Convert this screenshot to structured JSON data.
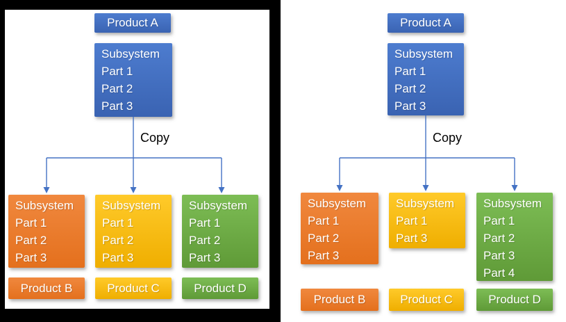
{
  "colors": {
    "blue": "#4472C4",
    "orange": "#ED7D31",
    "yellow": "#FFC000",
    "green": "#70AD47",
    "connector": "#4472C4",
    "frame_border": "#000000",
    "text": "#FFFFFF"
  },
  "left": {
    "product_a": "Product A",
    "root_subsystem": {
      "title": "Subsystem",
      "parts": [
        "Part 1",
        "Part 2",
        "Part 3"
      ]
    },
    "copy_label": "Copy",
    "children": [
      {
        "color": "orange",
        "subsystem": {
          "title": "Subsystem",
          "parts": [
            "Part 1",
            "Part 2",
            "Part 3"
          ]
        },
        "product": "Product B"
      },
      {
        "color": "yellow",
        "subsystem": {
          "title": "Subsystem",
          "parts": [
            "Part 1",
            "Part 2",
            "Part 3"
          ]
        },
        "product": "Product C"
      },
      {
        "color": "green",
        "subsystem": {
          "title": "Subsystem",
          "parts": [
            "Part 1",
            "Part 2",
            "Part 3"
          ]
        },
        "product": "Product D"
      }
    ]
  },
  "right": {
    "product_a": "Product A",
    "root_subsystem": {
      "title": "Subsystem",
      "parts": [
        "Part 1",
        "Part 2",
        "Part 3"
      ]
    },
    "copy_label": "Copy",
    "children": [
      {
        "color": "orange",
        "subsystem": {
          "title": "Subsystem",
          "parts": [
            "Part 1",
            "Part 2",
            "Part 3"
          ]
        },
        "product": "Product B"
      },
      {
        "color": "yellow",
        "subsystem": {
          "title": "Subsystem",
          "parts": [
            "Part 1",
            "Part 3"
          ]
        },
        "product": "Product C"
      },
      {
        "color": "green",
        "subsystem": {
          "title": "Subsystem",
          "parts": [
            "Part 1",
            "Part 2",
            "Part 3",
            "Part 4"
          ]
        },
        "product": "Product D"
      }
    ]
  }
}
